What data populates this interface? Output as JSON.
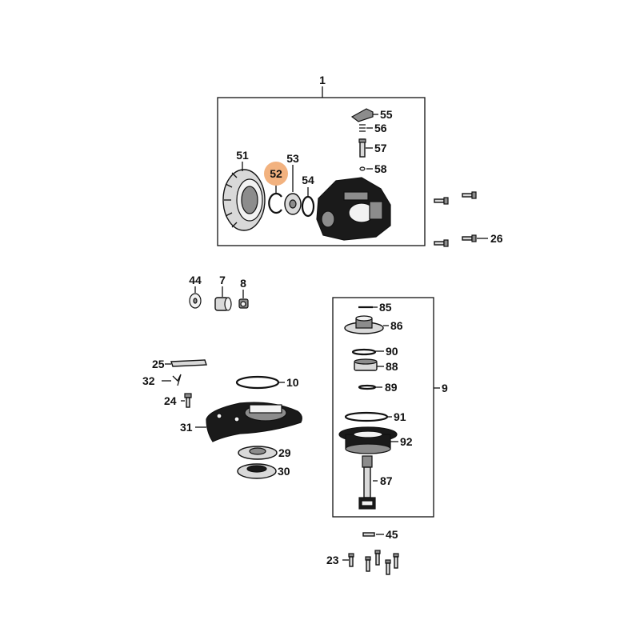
{
  "diagram": {
    "highlight_color": "#f2b27f",
    "labels": {
      "p1": "1",
      "p51": "51",
      "p52": "52",
      "p53": "53",
      "p54": "54",
      "p55": "55",
      "p56": "56",
      "p57": "57",
      "p58": "58",
      "p26": "26",
      "p44": "44",
      "p7": "7",
      "p8": "8",
      "p25": "25",
      "p32": "32",
      "p24": "24",
      "p31": "31",
      "p10": "10",
      "p29": "29",
      "p30": "30",
      "p85": "85",
      "p86": "86",
      "p90": "90",
      "p88": "88",
      "p89": "89",
      "p9": "9",
      "p91": "91",
      "p92": "92",
      "p87": "87",
      "p45": "45",
      "p23": "23"
    }
  }
}
